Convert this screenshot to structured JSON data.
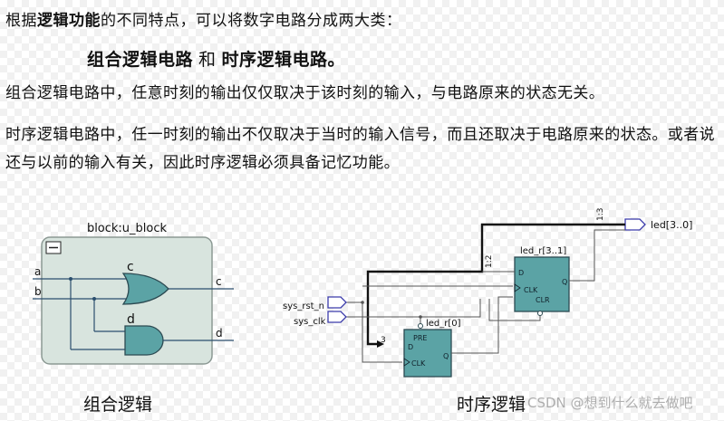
{
  "intro": {
    "pre": "根据",
    "bold": "逻辑功能",
    "post": "的不同特点，可以将数字电路分成两大类："
  },
  "categories": {
    "first": "组合逻辑电路",
    "joiner": "和",
    "second": "时序逻辑电路",
    "end": "。"
  },
  "paragraph1": "组合逻辑电路中，任意时刻的输出仅仅取决于该时刻的输入，与电路原来的状态无关。",
  "paragraph2": "时序逻辑电路中，任一时刻的输出不仅取决于当时的输入信号，而且还取决于电路原来的状态。或者说还与以前的输入有关，因此时序逻辑必须具备记忆功能。",
  "comb_diagram": {
    "block_title": "block:u_block",
    "input_a": "a",
    "input_b": "b",
    "gate_c": "c",
    "gate_d": "d",
    "output_c": "c",
    "output_d": "d"
  },
  "seq_diagram": {
    "output_port": "led[3..0]",
    "bus_label_top": "1:3",
    "bus_label_mid": "1:2",
    "bus_label_in": "3",
    "reg_top_name": "led_r[3..1]",
    "reg_top_d": "D",
    "reg_top_clk": "CLK",
    "reg_top_q": "Q",
    "reg_top_clr": "CLR",
    "reg_bot_name": "led_r[0]",
    "reg_bot_pre": "PRE",
    "reg_bot_d": "D",
    "reg_bot_clk": "CLK",
    "reg_bot_q": "Q",
    "input_rst": "sys_rst_n",
    "input_clk": "sys_clk"
  },
  "captions": {
    "comb": "组合逻辑",
    "seq": "时序逻辑"
  },
  "watermark": "CSDN @想到什么就去做吧",
  "colors": {
    "block_fill": "#d8e4de",
    "gate_fill": "#5ba3a5",
    "wire": "#2a4e6e",
    "register_fill": "#5ba3a5",
    "port_stroke": "#3a3aaa"
  }
}
